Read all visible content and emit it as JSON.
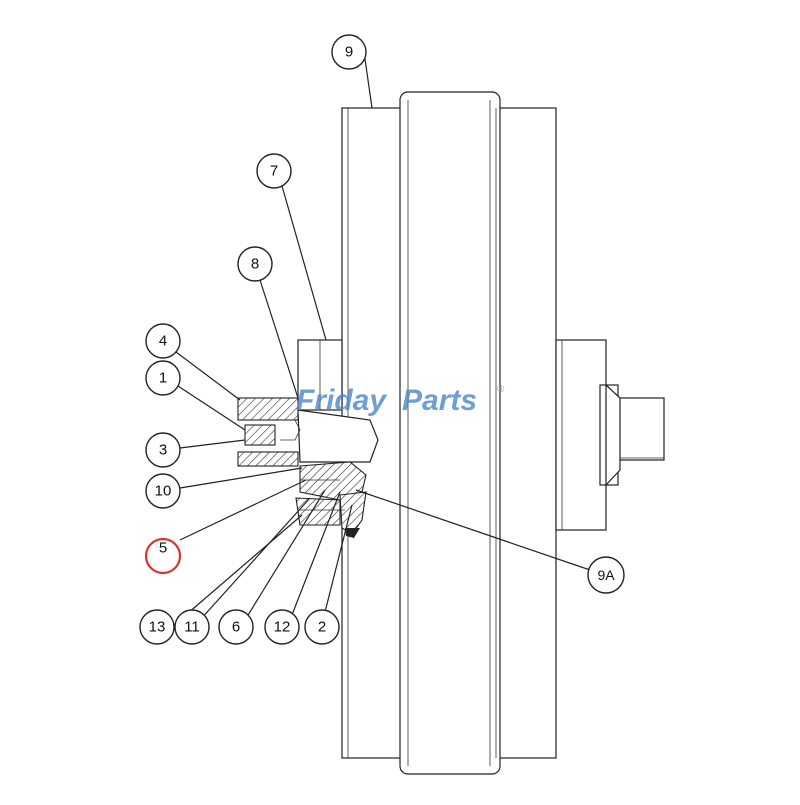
{
  "diagram": {
    "callouts": [
      {
        "id": "9",
        "label": "9"
      },
      {
        "id": "7",
        "label": "7"
      },
      {
        "id": "8",
        "label": "8"
      },
      {
        "id": "4",
        "label": "4"
      },
      {
        "id": "1",
        "label": "1"
      },
      {
        "id": "3",
        "label": "3"
      },
      {
        "id": "10",
        "label": "10"
      },
      {
        "id": "5",
        "label": "5",
        "highlighted": true
      },
      {
        "id": "9A",
        "label": "9A"
      },
      {
        "id": "13",
        "label": "13"
      },
      {
        "id": "11",
        "label": "11"
      },
      {
        "id": "6",
        "label": "6"
      },
      {
        "id": "12",
        "label": "12"
      },
      {
        "id": "2",
        "label": "2"
      }
    ],
    "highlight_color": "#d9362b"
  },
  "watermark": {
    "part1": "Friday",
    "part2": "Parts",
    "trademark": "®",
    "color1": "#4a86c8",
    "color2": "#e8a33d"
  }
}
